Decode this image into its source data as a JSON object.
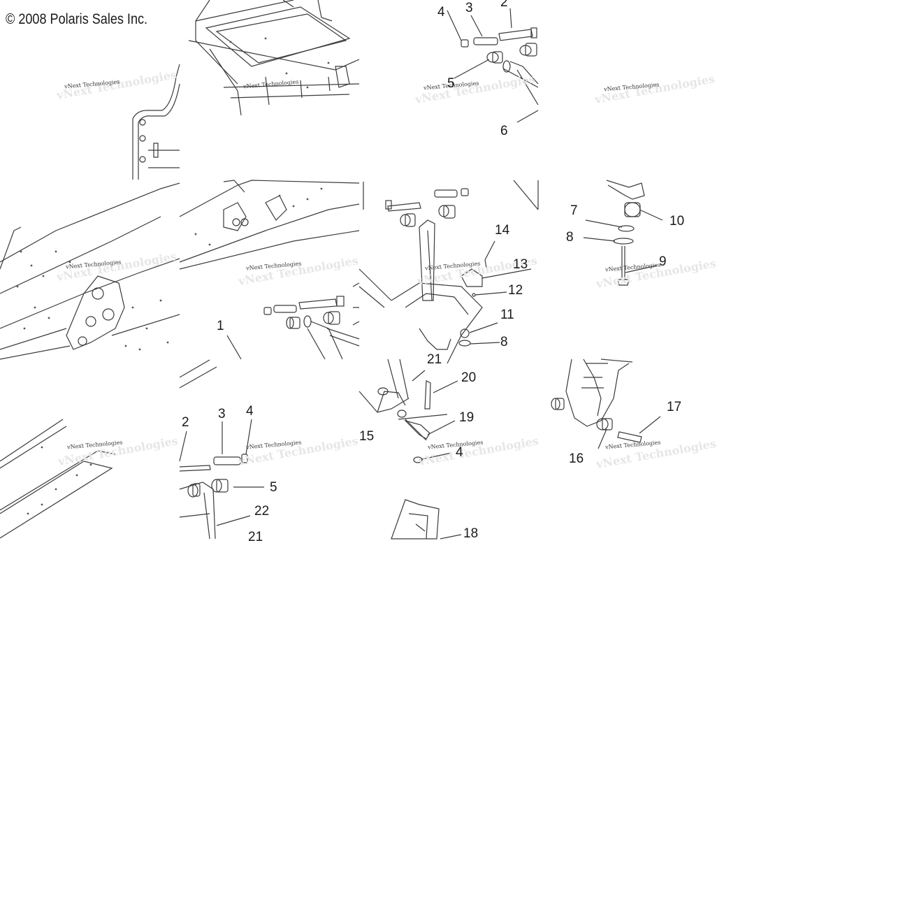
{
  "copyright": "© 2008 Polaris Sales Inc.",
  "watermark": "vNext Technologies",
  "callouts": {
    "c1": "4",
    "c2": "3",
    "c3": "2",
    "c4": "5",
    "c5": "6",
    "c6": "7",
    "c7": "10",
    "c8": "8",
    "c9": "9",
    "c10": "14",
    "c11": "13",
    "c12": "12",
    "c13": "11",
    "c14": "8",
    "c15": "1",
    "c16": "21",
    "c17": "20",
    "c18": "19",
    "c19": "15",
    "c20": "4",
    "c21": "17",
    "c22": "16",
    "c23": "2",
    "c24": "3",
    "c25": "4",
    "c26": "5",
    "c27": "22",
    "c28": "21",
    "c29": "18"
  },
  "colors": {
    "line": "#3a3a3a",
    "background": "#ffffff",
    "text": "#1a1a1a"
  }
}
